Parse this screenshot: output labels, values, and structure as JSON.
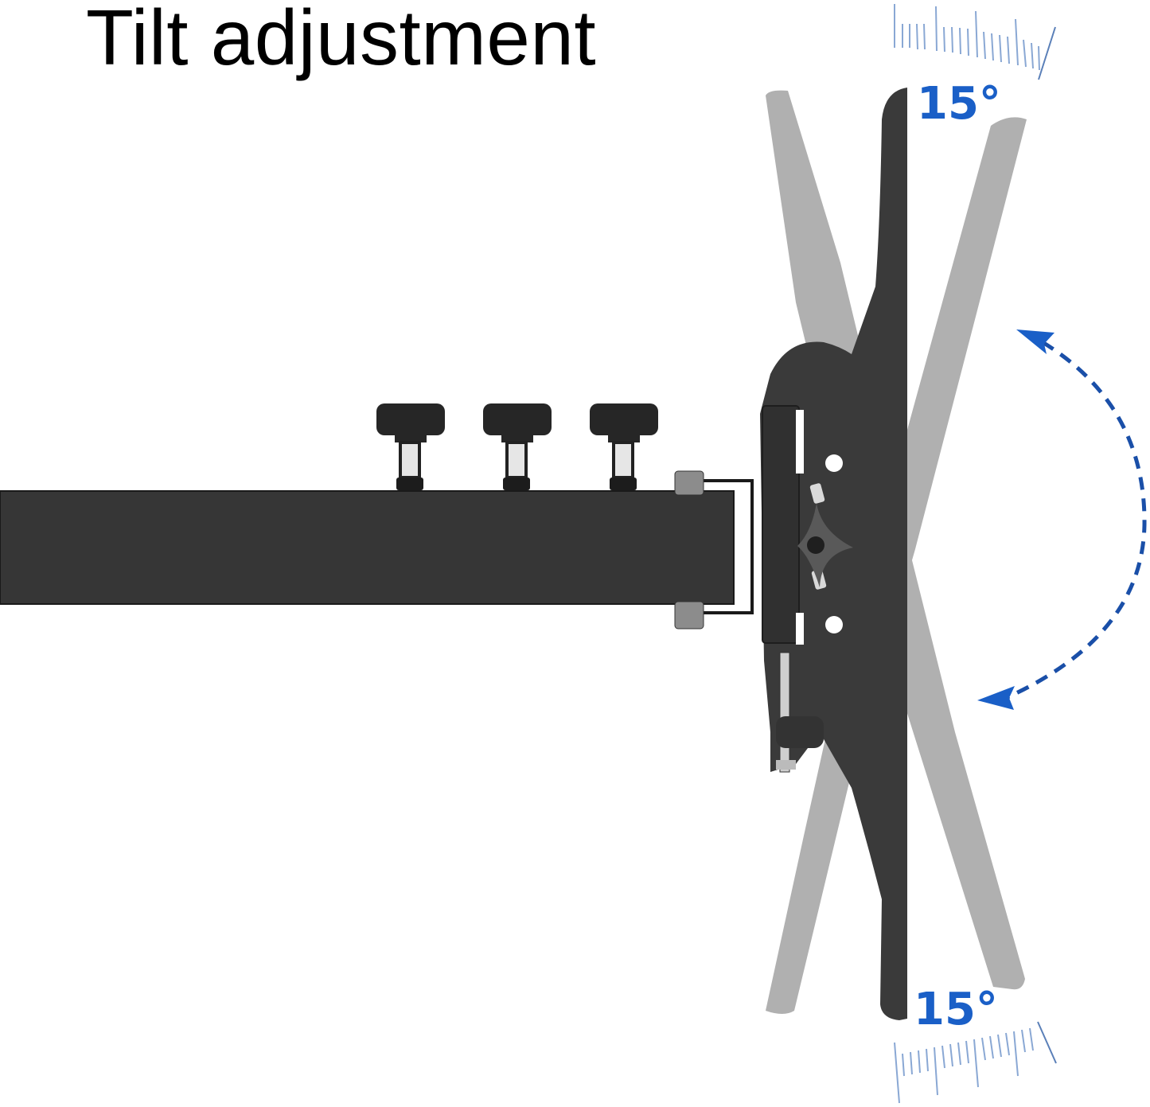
{
  "title": "Tilt adjustment",
  "angles": {
    "top": "15°",
    "bottom": "15°"
  },
  "colors": {
    "mount_dark": "#3a3a3a",
    "ghost_gray": "#b0b0b0",
    "accent_blue": "#1a5fc7",
    "scale_blue": "#8aa8d4",
    "background": "#ffffff"
  },
  "components": {
    "arm": "horizontal-arm",
    "knobs_count": 3,
    "tilt_plate": "tilt-bracket",
    "tilt_arrow": "bidirectional-dashed-arc"
  }
}
